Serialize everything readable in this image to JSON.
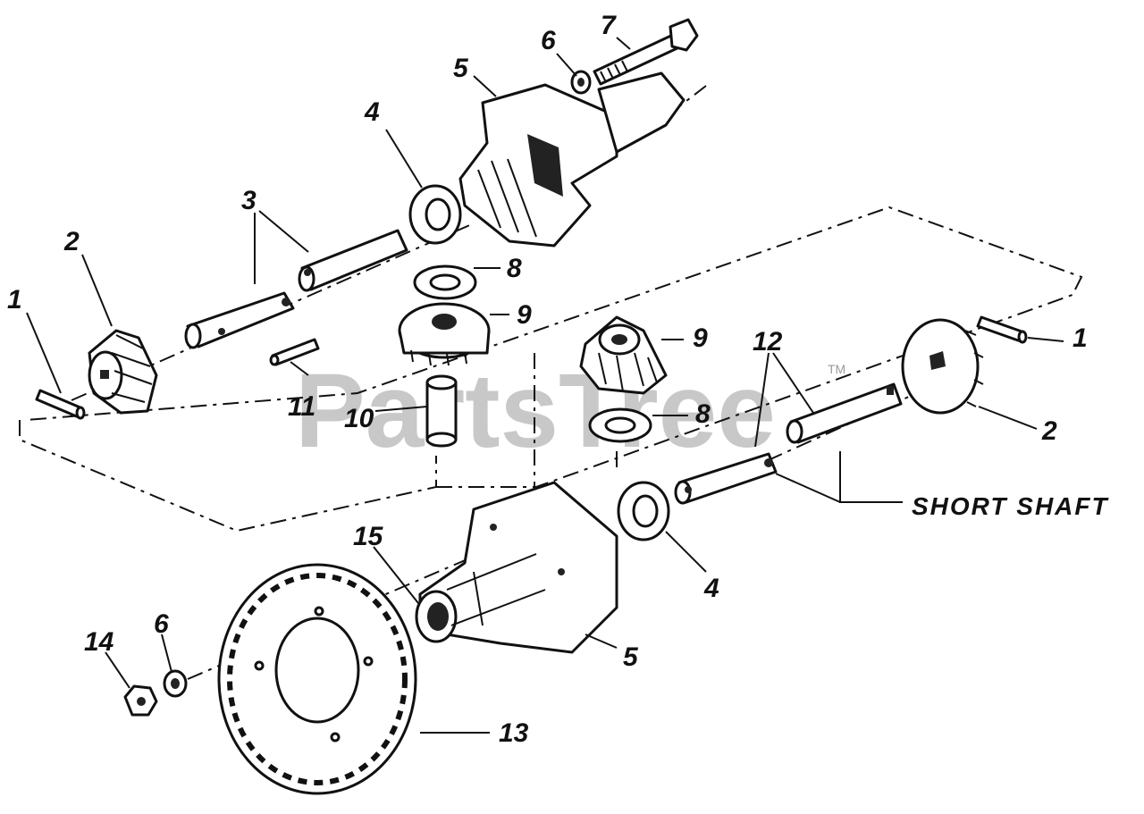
{
  "watermark": {
    "text": "PartsTree",
    "tm": "TM"
  },
  "callouts": {
    "p1_left": "1",
    "p1_right": "1",
    "p2_left": "2",
    "p2_right": "2",
    "p3": "3",
    "p4_top": "4",
    "p4_bottom": "4",
    "p5_top": "5",
    "p5_bottom": "5",
    "p6_top": "6",
    "p6_bottom": "6",
    "p7": "7",
    "p8_top": "8",
    "p8_bottom": "8",
    "p9_left": "9",
    "p9_right": "9",
    "p10": "10",
    "p11": "11",
    "p12": "12",
    "p13": "13",
    "p14": "14",
    "p15": "15",
    "short_shaft": "SHORT SHAFT"
  }
}
